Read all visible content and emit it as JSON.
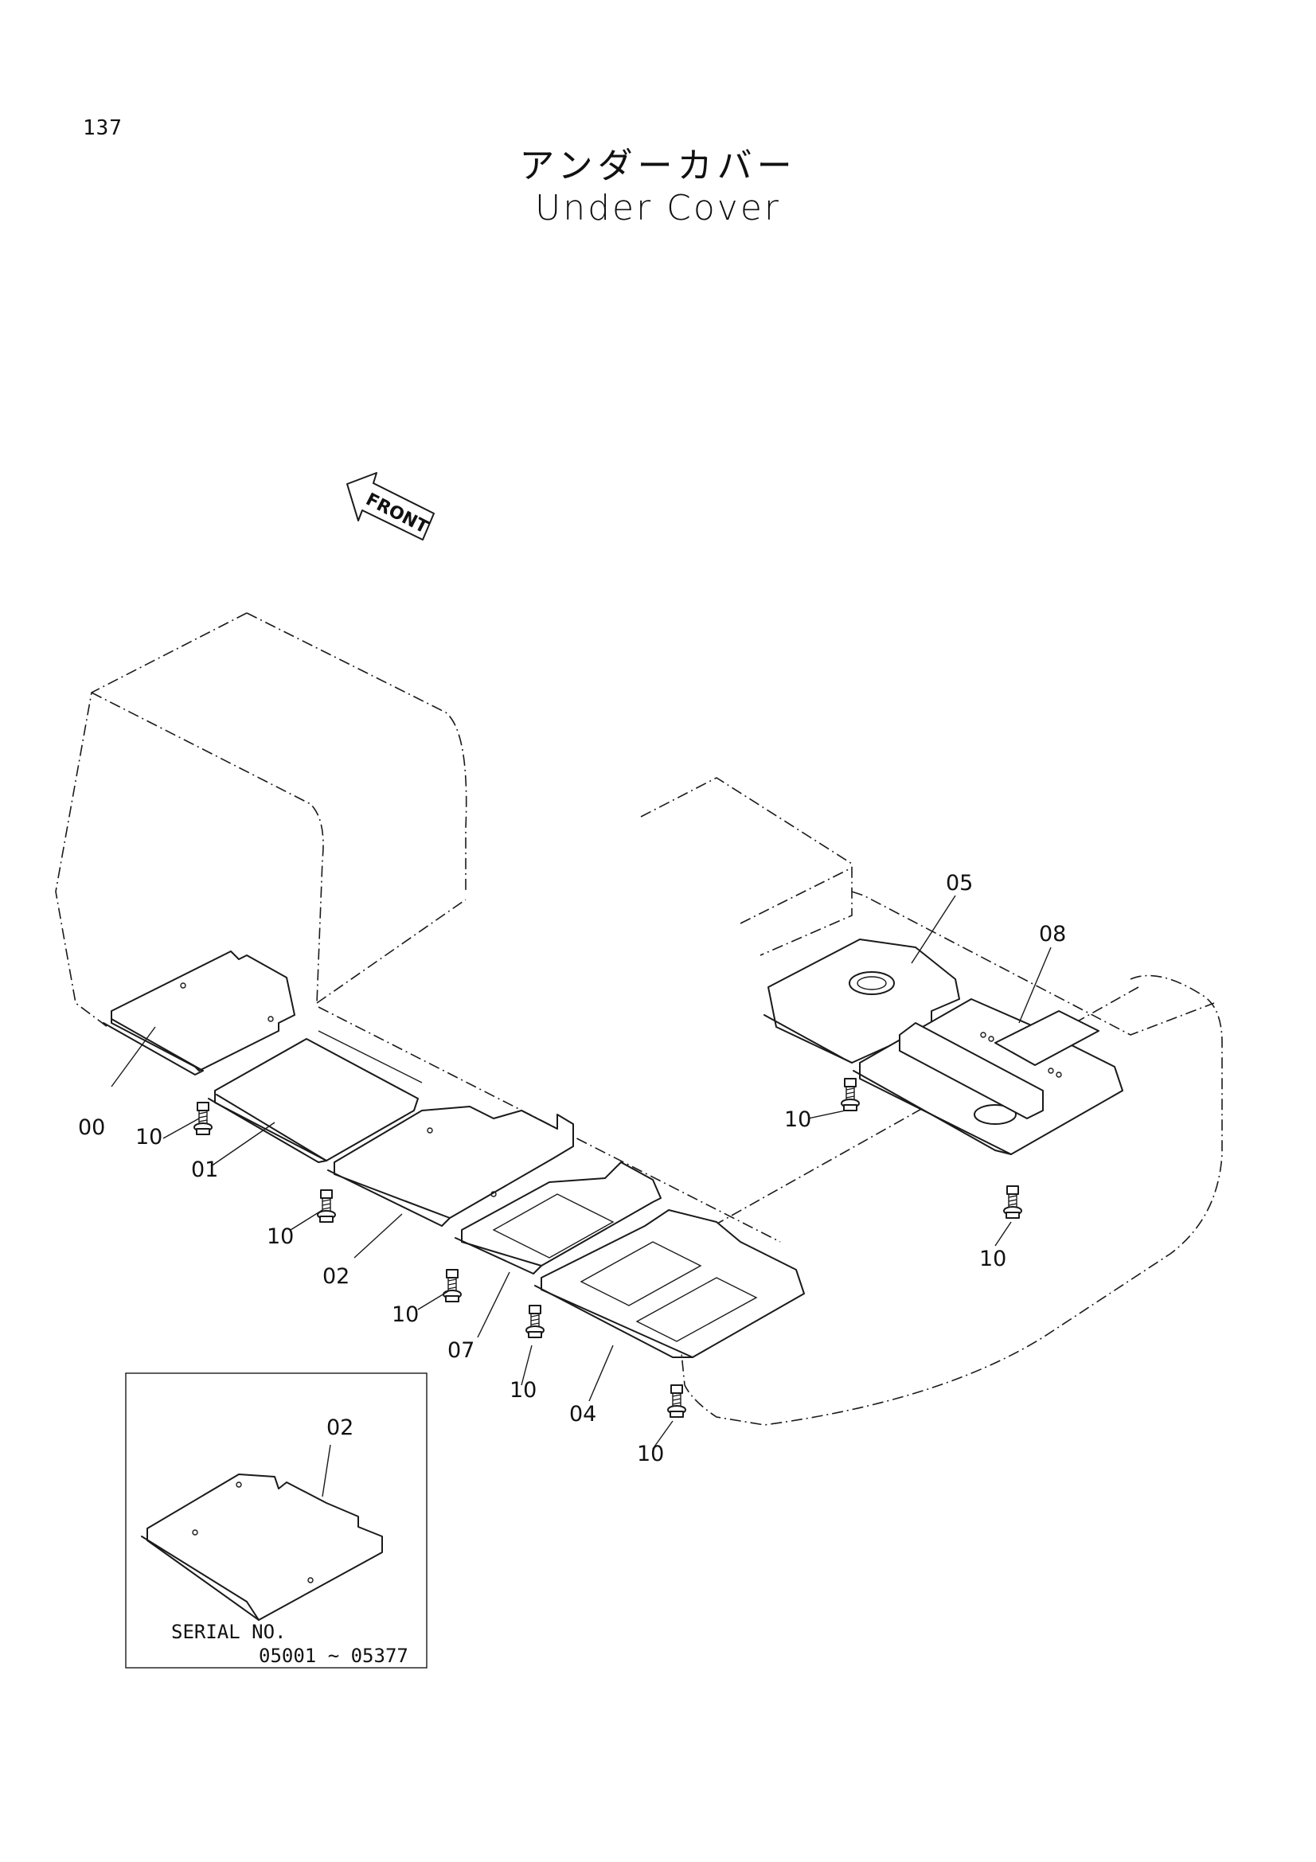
{
  "page": {
    "number": "137"
  },
  "title": {
    "japanese": "アンダーカバー",
    "english": "Under Cover"
  },
  "direction_arrow": {
    "label": "FRONT",
    "icon": "front-arrow-icon"
  },
  "callouts": {
    "p00": "00",
    "p01": "01",
    "p02": "02",
    "p04": "04",
    "p05": "05",
    "p07": "07",
    "p08": "08",
    "p10": "10"
  },
  "inset": {
    "part": "02",
    "serial_label": "SERIAL  NO.",
    "serial_range": "05001 ~ 05377"
  }
}
